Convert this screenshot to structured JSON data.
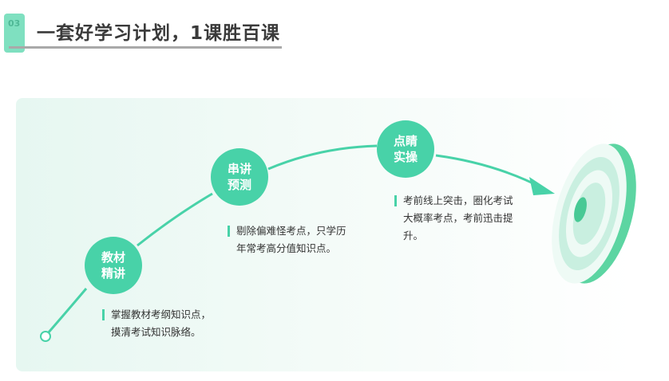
{
  "header": {
    "badge": "03",
    "title": "一套好学习计划，1课胜百课"
  },
  "steps": [
    {
      "label_line1": "教材",
      "label_line2": "精讲",
      "desc": [
        "掌握教材考纲知识点，",
        "摸清考试知识脉络。"
      ]
    },
    {
      "label_line1": "串讲",
      "label_line2": "预测",
      "desc": [
        "剔除偏难怪考点，只学历",
        "年常考高分值知识点。"
      ]
    },
    {
      "label_line1": "点睛",
      "label_line2": "实操",
      "desc": [
        "考前线上突击，圈化考试",
        "大概率考点，考前迅击提",
        "升。"
      ]
    }
  ],
  "colors": {
    "accent": "#48d2a8",
    "badge": "#7fe0c0"
  }
}
